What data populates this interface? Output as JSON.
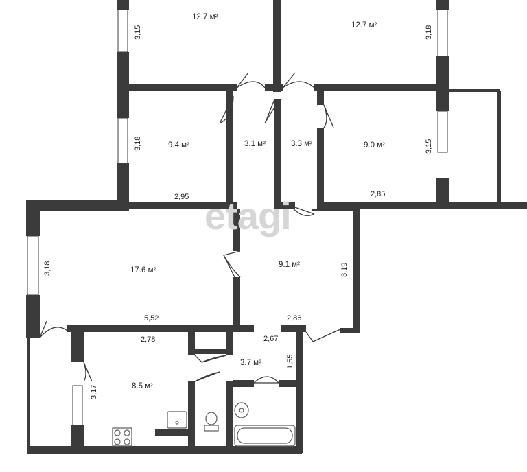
{
  "watermark": "etagi",
  "colors": {
    "wall": "#3b3b3b",
    "window": "#ffffff",
    "fixture": "#5a5a5a"
  },
  "rooms": [
    {
      "id": "room-a",
      "area": "12.7 м²"
    },
    {
      "id": "room-b",
      "area": "12.7 м²"
    },
    {
      "id": "room-c",
      "area": "9.4 м²"
    },
    {
      "id": "closet-1",
      "area": "3.1 м²"
    },
    {
      "id": "closet-2",
      "area": "3.3 м²"
    },
    {
      "id": "room-d",
      "area": "9.0 м²"
    },
    {
      "id": "living",
      "area": "17.6 м²"
    },
    {
      "id": "hall",
      "area": "9.1 м²"
    },
    {
      "id": "kitchen",
      "area": "8.5 м²"
    },
    {
      "id": "corridor",
      "area": "3.7 м²"
    }
  ],
  "dimensions": [
    "3,15",
    "3,18",
    "3,18",
    "2,95",
    "2,85",
    "3,15",
    "3,18",
    "5,52",
    "3,19",
    "2,86",
    "2,78",
    "2,67",
    "1,55",
    "3,17"
  ]
}
